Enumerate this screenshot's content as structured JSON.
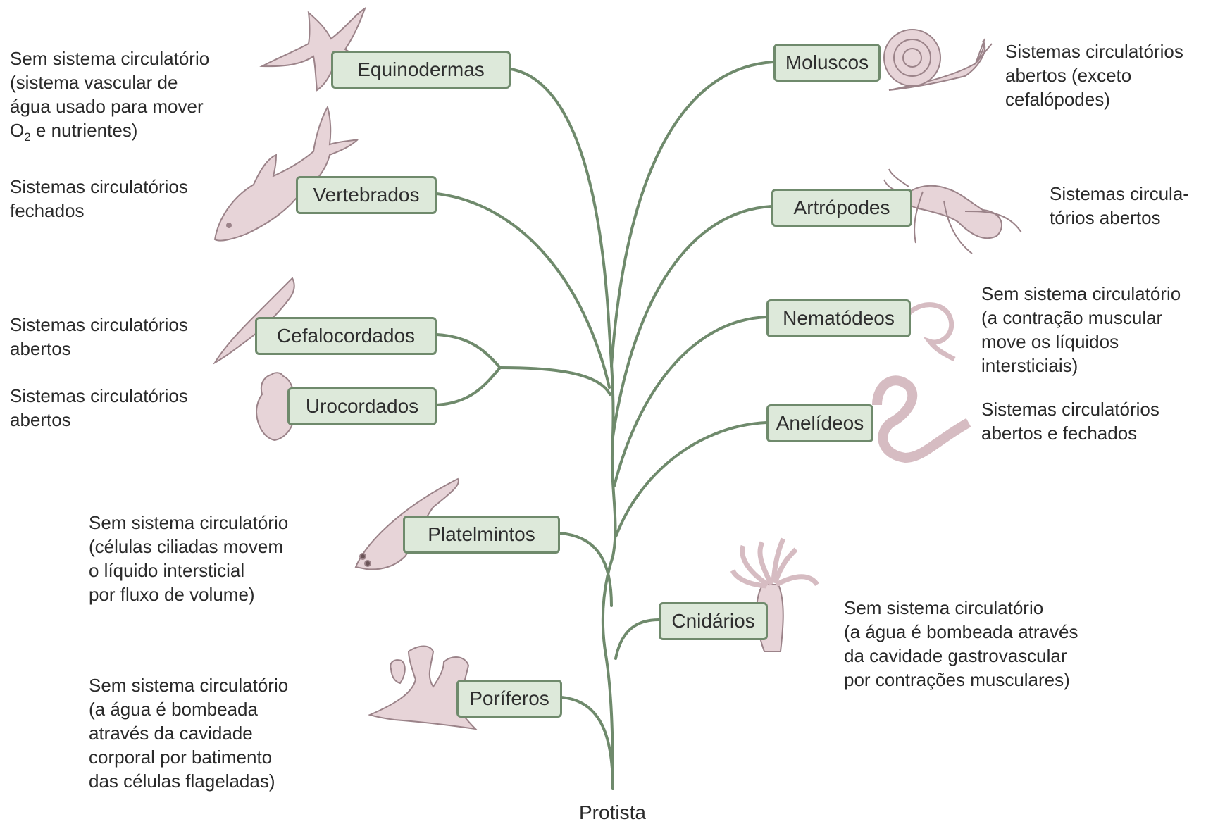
{
  "diagram": {
    "root_label": "Protista",
    "nodes": {
      "equinodermas": "Equinodermas",
      "vertebrados": "Vertebrados",
      "cefalocordados": "Cefalocordados",
      "urocordados": "Urocordados",
      "platelmintos": "Platelmintos",
      "poriferos": "Poríferos",
      "moluscos": "Moluscos",
      "artropodes": "Artrópodes",
      "nematodeos": "Nematódeos",
      "anelideos": "Anelídeos",
      "cnidarios": "Cnidários"
    },
    "descriptions": {
      "equinodermas": {
        "line1": "Sem sistema circulatório",
        "line2": "(sistema vascular de",
        "line3": "água usado para mover",
        "line4_pre": "O",
        "line4_sub": "2",
        "line4_post": " e nutrientes)"
      },
      "vertebrados": [
        "Sistemas circulatórios",
        "fechados"
      ],
      "cefalocordados": [
        "Sistemas circulatórios",
        "abertos"
      ],
      "urocordados": [
        "Sistemas circulatórios",
        "abertos"
      ],
      "platelmintos": [
        "Sem sistema circulatório",
        "(células ciliadas movem",
        "o líquido intersticial",
        "por fluxo de volume)"
      ],
      "poriferos": [
        "Sem sistema circulatório",
        "(a água é bombeada",
        "através da cavidade",
        "corporal por batimento",
        "das células flageladas)"
      ],
      "moluscos": [
        "Sistemas circulatórios",
        "abertos (exceto",
        "cefalópodes)"
      ],
      "artropodes": [
        "Sistemas circula-",
        "tórios abertos"
      ],
      "nematodeos": [
        "Sem sistema circulatório",
        "(a contração muscular",
        "move os líquidos",
        "intersticiais)"
      ],
      "anelideos": [
        "Sistemas circulatórios",
        "abertos e fechados"
      ],
      "cnidarios": [
        "Sem sistema circulatório",
        "(a água é bombeada através",
        "da cavidade gastrovascular",
        "por contrações musculares)"
      ]
    },
    "colors": {
      "branch": "#6f8a6c",
      "box_fill": "#dde9da",
      "animal_fill": "#e7d4d8",
      "animal_stroke": "#9b8389"
    },
    "icons": [
      "starfish-icon",
      "shark-icon",
      "lancelet-icon",
      "tunicate-icon",
      "flatworm-icon",
      "sponge-icon",
      "snail-icon",
      "ant-icon",
      "roundworm-icon",
      "earthworm-icon",
      "sea-anemone-icon"
    ]
  }
}
